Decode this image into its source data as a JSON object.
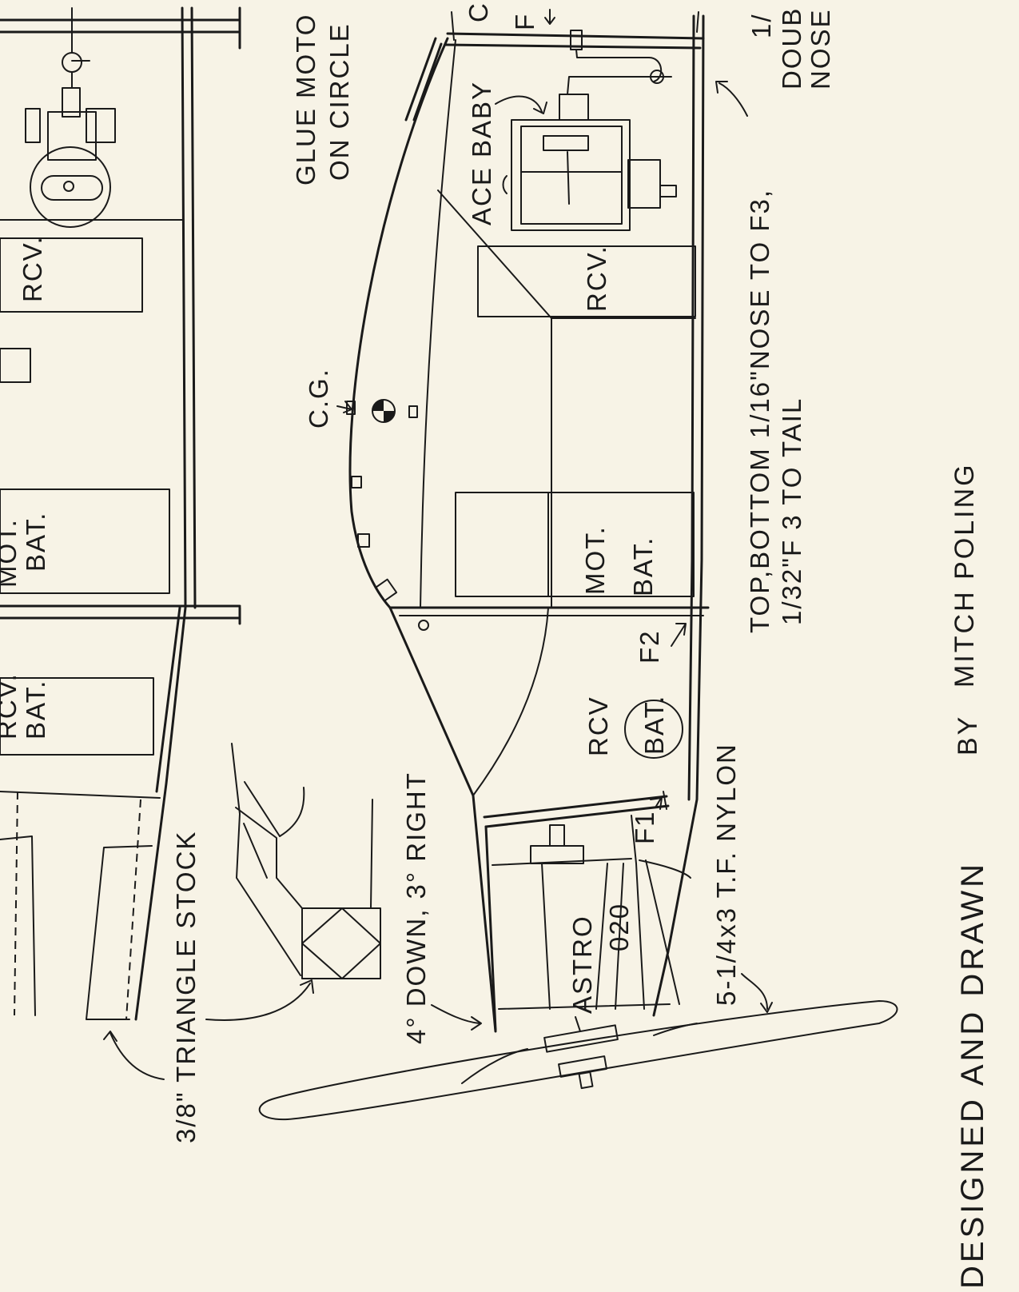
{
  "colors": {
    "paper": "#f7f3e6",
    "ink": "#1a1a1a"
  },
  "left_view": {
    "labels": {
      "rcv_top": "RCV.",
      "mot": "MOT.",
      "bat": "BAT.",
      "rcv_lower": "RCV.",
      "bat_lower": "BAT."
    },
    "triangle_stock_note": "3/8\" TRIANGLE STOCK"
  },
  "fuselage_side": {
    "ace_baby": "ACE BABY",
    "f_label": "F",
    "rcv": "RCV.",
    "cg": "C.G.",
    "mot": "MOT.",
    "bat": "BAT.",
    "f2": "F2",
    "rcv_bat_rcv": "RCV",
    "rcv_bat_bat": "BAT.",
    "f1": "F1",
    "engine_astro": "ASTRO",
    "engine_020": "020",
    "thrust_note": "4° DOWN, 3° RIGHT",
    "prop_note": "5-1/4x3  T.F. NYLON"
  },
  "notes": {
    "glue_line1": "GLUE MOTO",
    "glue_line2": "ON CIRCLE",
    "sheeting_line1": "TOP,BOTTOM 1/16\"NOSE TO F3,",
    "sheeting_line2": "1/32\"F 3 TO TAIL",
    "nose_line1": "1/",
    "nose_line2": "DOUB",
    "nose_line3": "NOSE",
    "top_edge_c": "C"
  },
  "credit": {
    "designed": "DESIGNED AND DRAWN",
    "by": "BY",
    "name": "MITCH  POLING"
  }
}
